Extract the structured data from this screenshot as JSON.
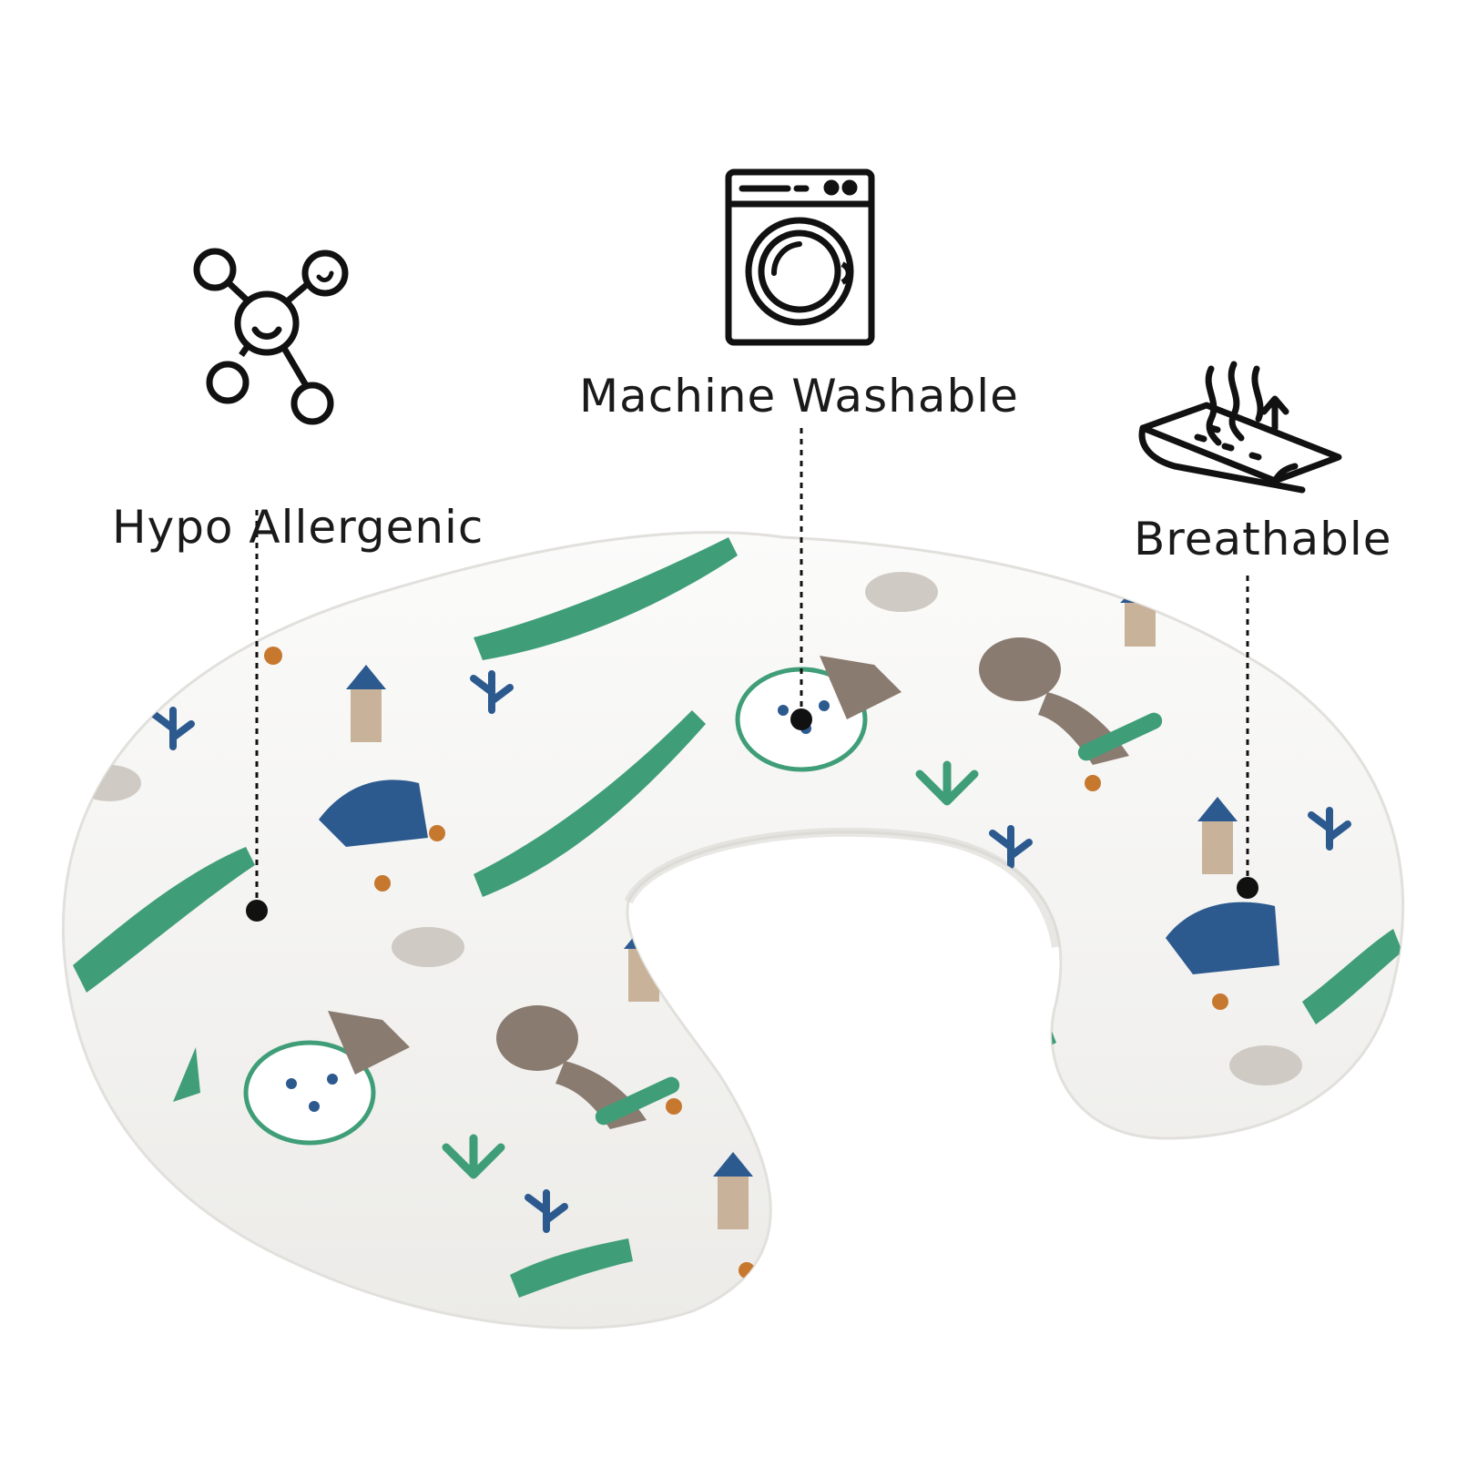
{
  "features": [
    {
      "label": "Hypo Allergenic",
      "icon": "molecule-icon"
    },
    {
      "label": "Machine Washable",
      "icon": "washing-machine-icon"
    },
    {
      "label": "Breathable",
      "icon": "breathable-fabric-icon"
    }
  ],
  "colors": {
    "background": "#ffffff",
    "pillow": "#f7f6f3",
    "line_art": "#111111",
    "crocodile_green": "#3f9e78",
    "dino_brown": "#8a7b70",
    "dino_blue": "#2c5a8f",
    "accent_orange": "#c7782f"
  }
}
